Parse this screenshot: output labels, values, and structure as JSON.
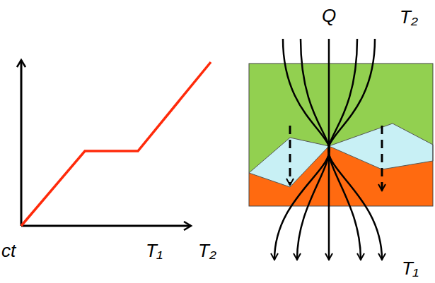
{
  "diagram": {
    "labels": [
      "Q",
      "T₂",
      "ct",
      "T₁",
      "T₂",
      "T₁"
    ]
  }
}
